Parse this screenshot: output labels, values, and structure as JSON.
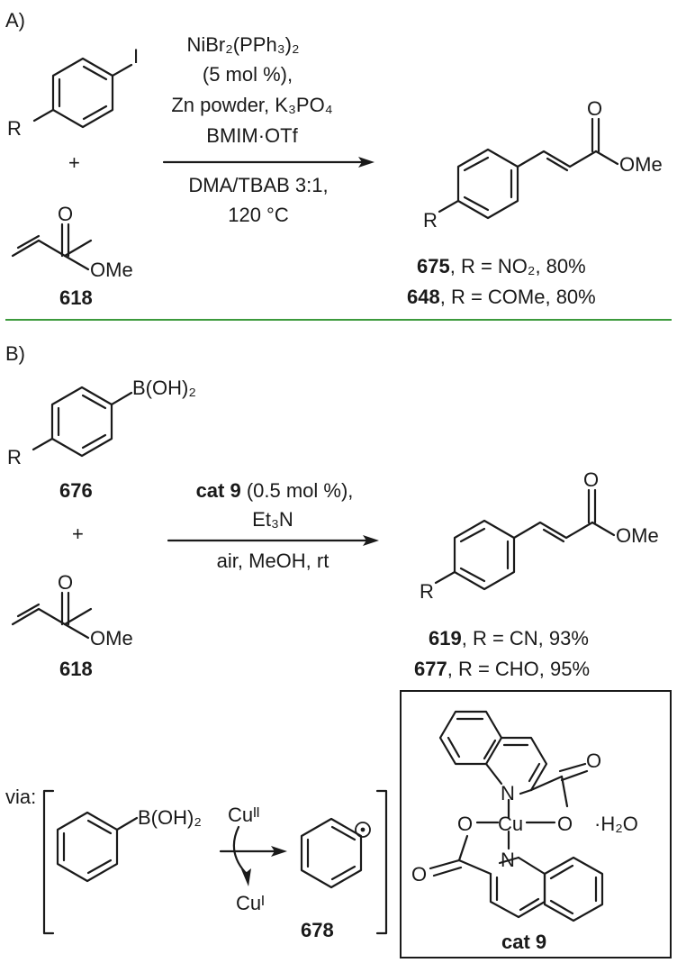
{
  "panel_a": {
    "label": "A)",
    "aryl_iodide": {
      "substituent": "R",
      "halogen": "I"
    },
    "plus": "+",
    "acrylate": {
      "carbonyl_o": "O",
      "ester_group": "OMe",
      "compound": "618"
    },
    "conditions_above": [
      "NiBr₂(PPh₃)₂",
      "(5 mol %),",
      "Zn powder, K₃PO₄",
      "BMIM·OTf"
    ],
    "conditions_below": [
      "DMA/TBAB 3:1,",
      "120 °C"
    ],
    "product": {
      "substituent": "R",
      "carbonyl_o": "O",
      "ester_group": "OMe",
      "results": [
        {
          "compound": "675",
          "text": ", R = NO₂, 80%"
        },
        {
          "compound": "648",
          "text": ", R = COMe, 80%"
        }
      ]
    }
  },
  "panel_b": {
    "label": "B)",
    "boronic_acid": {
      "substituent": "R",
      "group": "B(OH)₂",
      "compound": "676"
    },
    "plus": "+",
    "acrylate": {
      "carbonyl_o": "O",
      "ester_group": "OMe",
      "compound": "618"
    },
    "conditions_above": [
      {
        "bold": "cat 9",
        "text": " (0.5 mol %),"
      },
      {
        "bold": "",
        "text": "Et₃N"
      }
    ],
    "conditions_below": [
      "air, MeOH, rt"
    ],
    "product": {
      "substituent": "R",
      "carbonyl_o": "O",
      "ester_group": "OMe",
      "results": [
        {
          "compound": "619",
          "text": ", R = CN, 93%"
        },
        {
          "compound": "677",
          "text": ", R = CHO, 95%"
        }
      ]
    }
  },
  "mechanism": {
    "via_label": "via:",
    "boronic_group": "B(OH)₂",
    "cu_ii": "Cuᴵᴵ",
    "cu_i": "Cuᴵ",
    "radical_compound": "678"
  },
  "catalyst": {
    "name": "cat 9",
    "metal": "Cu",
    "nitrogen": "N",
    "oxygen": "O",
    "hydrate": "·H₂O"
  },
  "colors": {
    "divider": "#3c9a3c",
    "ink": "#1a1a1a"
  }
}
